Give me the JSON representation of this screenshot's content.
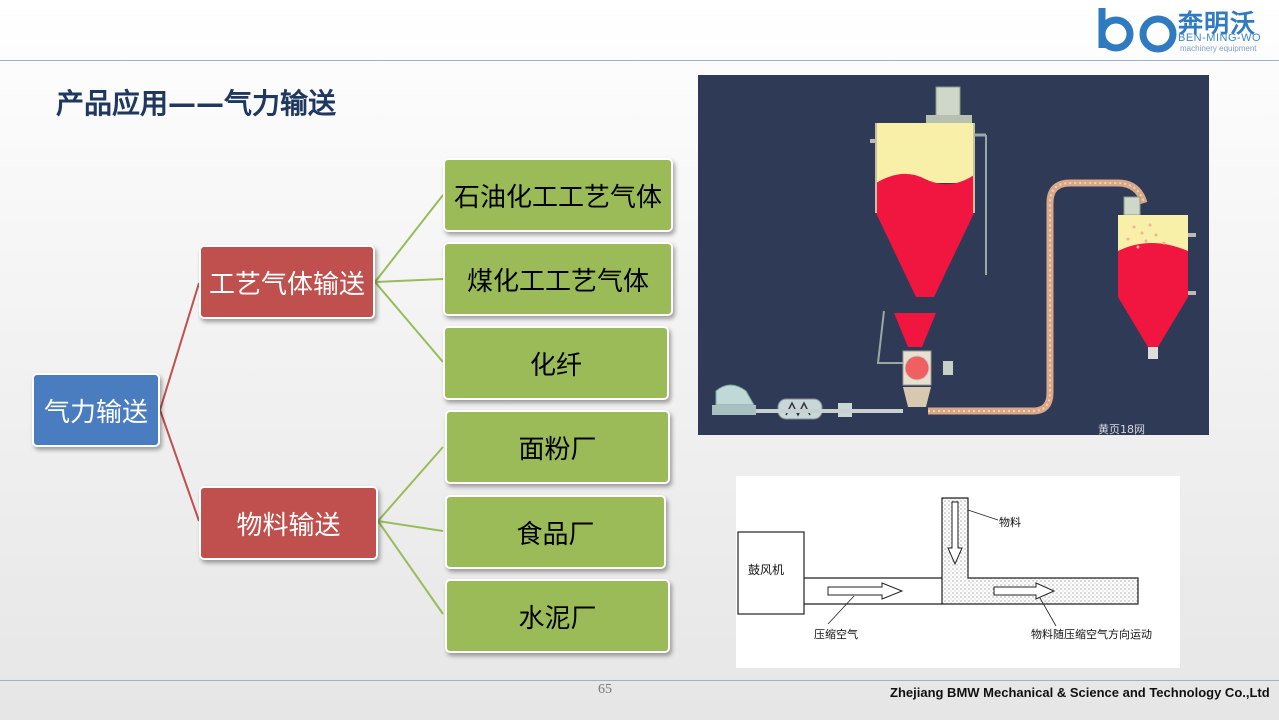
{
  "header": {
    "logo_text": "奔明沃",
    "logo_sub": "BEN-MING-WO",
    "logo_sub2": "machinery equipment"
  },
  "page_title": "产品应用——气力输送",
  "tree": {
    "root": "气力输送",
    "branches": [
      {
        "label": "工艺气体输送",
        "children": [
          "石油化工工艺气体",
          "煤化工工艺气体",
          "化纤"
        ]
      },
      {
        "label": "物料输送",
        "children": [
          "面粉厂",
          "食品厂",
          "水泥厂"
        ]
      }
    ]
  },
  "photo": {
    "watermark": "黄页18网"
  },
  "schema": {
    "blower_label": "鼓风机",
    "material_label": "物料",
    "air_label": "压缩空气",
    "flow_label": "物料随压缩空气方向运动"
  },
  "footer": {
    "page_number": "65",
    "company": "Zhejiang BMW Mechanical & Science and Technology Co.,Ltd"
  },
  "colors": {
    "title": "#1f3860",
    "root_box": "#4a7cc0",
    "branch_box": "#c0504d",
    "leaf_box": "#9bbb59",
    "photo_bg": "#2e3a56",
    "hopper_fill": "#f01640",
    "hopper_top": "#f8f0a8"
  }
}
